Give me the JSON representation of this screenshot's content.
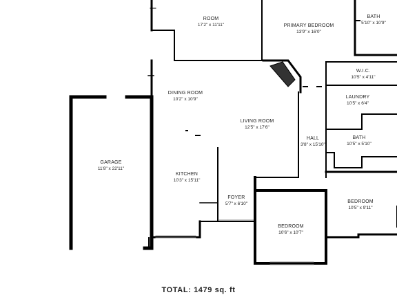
{
  "rooms": [
    {
      "id": "room",
      "name": "ROOM",
      "dims": "17'2\" x 11'11\""
    },
    {
      "id": "primary-bedroom",
      "name": "PRIMARY BEDROOM",
      "dims": "13'9\" x 16'0\""
    },
    {
      "id": "bath-1",
      "name": "BATH",
      "dims": "5'10\" x 10'9\""
    },
    {
      "id": "wic",
      "name": "W.I.C.",
      "dims": "10'5\" x 4'11\""
    },
    {
      "id": "dining-room",
      "name": "DINING ROOM",
      "dims": "10'2\" x 10'9\""
    },
    {
      "id": "laundry",
      "name": "LAUNDRY",
      "dims": "10'5\" x 6'4\""
    },
    {
      "id": "living-room",
      "name": "LIVING ROOM",
      "dims": "12'5\" x 17'6\""
    },
    {
      "id": "hall",
      "name": "HALL",
      "dims": "3'8\" x 15'10\""
    },
    {
      "id": "bath-2",
      "name": "BATH",
      "dims": "10'5\" x 5'10\""
    },
    {
      "id": "garage",
      "name": "GARAGE",
      "dims": "11'8\" x 22'11\""
    },
    {
      "id": "kitchen",
      "name": "KITCHEN",
      "dims": "10'3\" x 15'11\""
    },
    {
      "id": "foyer",
      "name": "FOYER",
      "dims": "5'7\" x 6'10\""
    },
    {
      "id": "bedroom-1",
      "name": "BEDROOM",
      "dims": "10'5\" x 9'11\""
    },
    {
      "id": "bedroom-2",
      "name": "BEDROOM",
      "dims": "10'6\" x 10'7\""
    }
  ],
  "total": "TOTAL: 1479 sq. ft"
}
